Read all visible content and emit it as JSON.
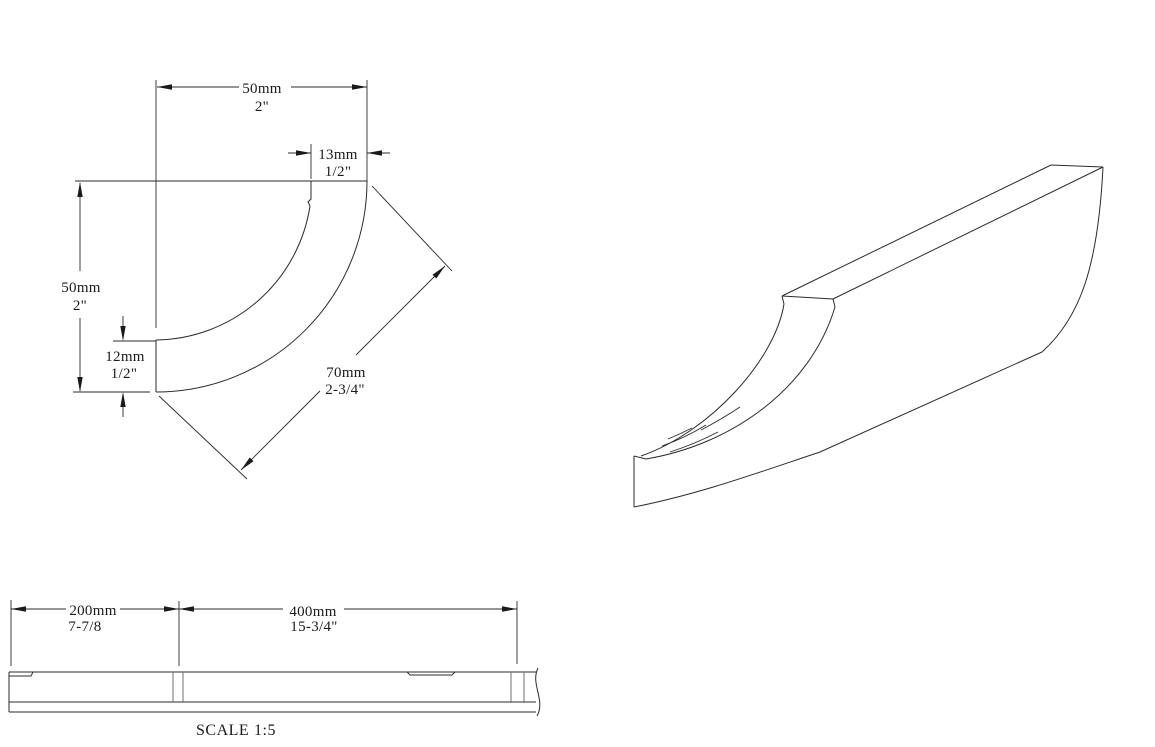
{
  "drawing": {
    "profile_view": {
      "dim_overall_width": {
        "mm": "50mm",
        "in": "2\""
      },
      "dim_top_flat": {
        "mm": "13mm",
        "in": "1/2\""
      },
      "dim_overall_height": {
        "mm": "50mm",
        "in": "2\""
      },
      "dim_end_face": {
        "mm": "12mm",
        "in": "1/2\""
      },
      "dim_face_diagonal": {
        "mm": "70mm",
        "in": "2-3/4\""
      }
    },
    "plan_view": {
      "dim_left_segment": {
        "mm": "200mm",
        "in": "7-7/8"
      },
      "dim_right_segment": {
        "mm": "400mm",
        "in": "15-3/4\""
      },
      "scale_word": "SCALE",
      "scale_ratio": "1:5"
    },
    "colors": {
      "line": "#2b2b2b",
      "text": "#1a1a1a",
      "background": "#ffffff"
    }
  }
}
